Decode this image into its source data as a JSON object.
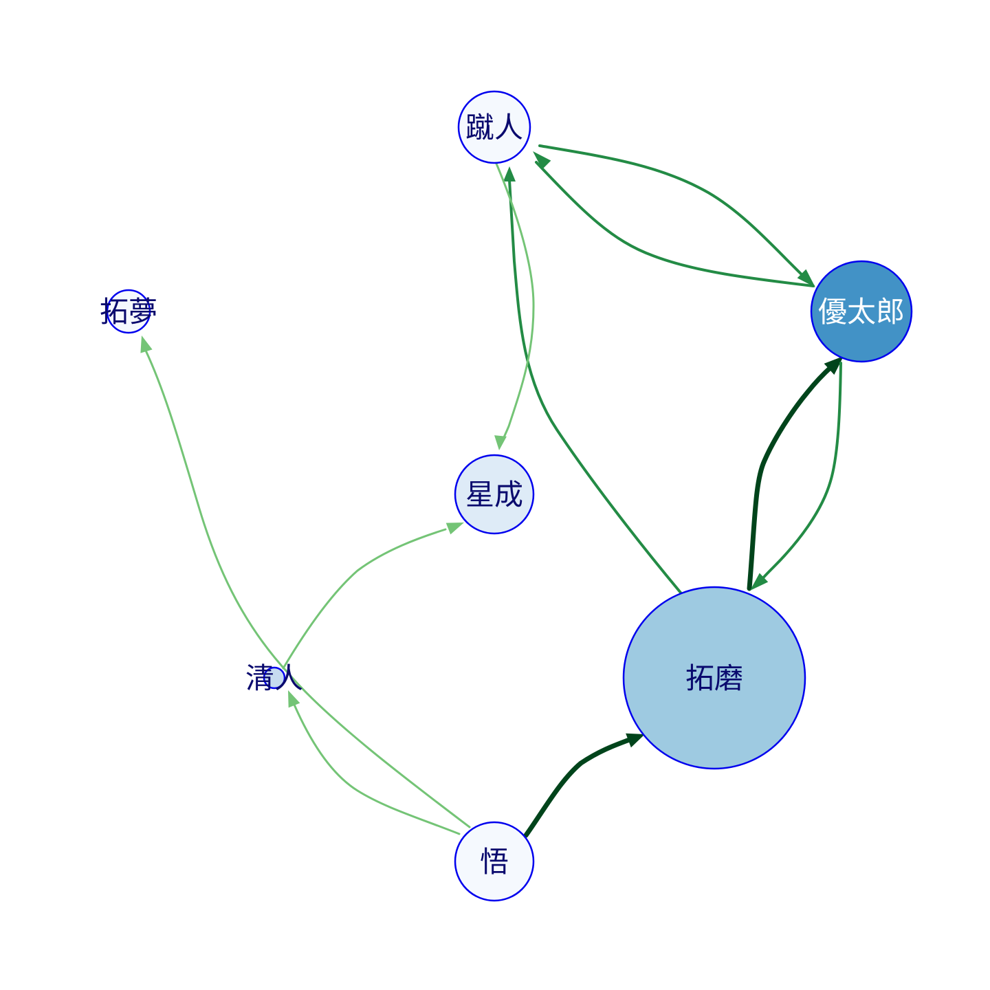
{
  "graph": {
    "colors": {
      "node_stroke": "#0000ee",
      "label_dark": "#0a0a6e",
      "label_light": "#ffffff",
      "edge_strong": "#00441b",
      "edge_medium": "#238b45",
      "edge_light": "#74c476"
    },
    "nodes": [
      {
        "id": "syujin",
        "label": "蹴人",
        "fill": "#f5f9fe",
        "label_color": "dark"
      },
      {
        "id": "yutaro",
        "label": "優太郎",
        "fill": "#4292c6",
        "label_color": "light"
      },
      {
        "id": "takumu",
        "label": "拓夢",
        "fill": "#f5f9fe",
        "label_color": "dark"
      },
      {
        "id": "seisei",
        "label": "星成",
        "fill": "#deebf7",
        "label_color": "dark"
      },
      {
        "id": "kiyoto",
        "label": "清人",
        "fill": "#c6dbef",
        "label_color": "dark"
      },
      {
        "id": "takuma",
        "label": "拓磨",
        "fill": "#9ecae1",
        "label_color": "dark"
      },
      {
        "id": "satoru",
        "label": "悟",
        "fill": "#f5f9fe",
        "label_color": "dark"
      }
    ],
    "edges": [
      {
        "from": "yutaro",
        "to": "syujin",
        "strength": "medium"
      },
      {
        "from": "syujin",
        "to": "yutaro",
        "strength": "medium"
      },
      {
        "from": "takuma",
        "to": "syujin",
        "strength": "medium"
      },
      {
        "from": "syujin",
        "to": "seisei",
        "strength": "light"
      },
      {
        "from": "takuma",
        "to": "yutaro",
        "strength": "strong"
      },
      {
        "from": "yutaro",
        "to": "takuma",
        "strength": "medium"
      },
      {
        "from": "satoru",
        "to": "takuma",
        "strength": "strong"
      },
      {
        "from": "satoru",
        "to": "kiyoto",
        "strength": "light"
      },
      {
        "from": "satoru",
        "to": "takumu",
        "strength": "light"
      },
      {
        "from": "kiyoto",
        "to": "seisei",
        "strength": "light"
      }
    ]
  }
}
